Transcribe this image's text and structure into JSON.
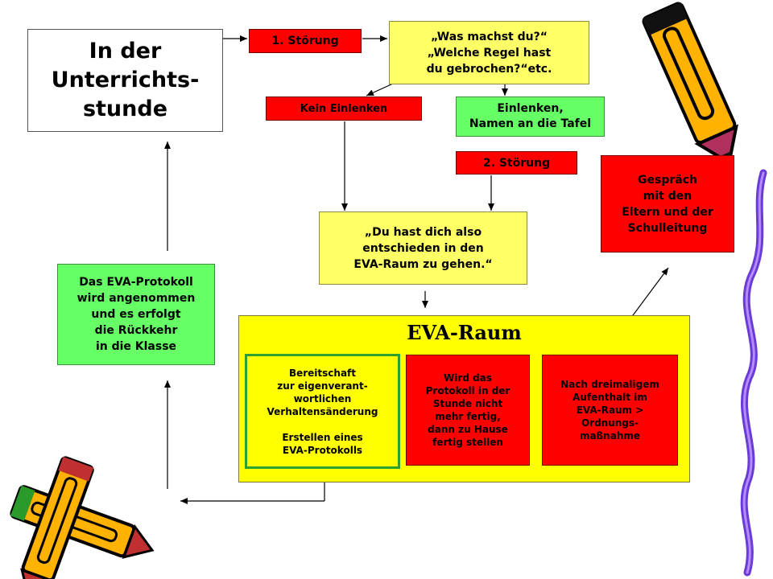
{
  "main_title": "In der\nUnterrichts-\nstunde",
  "stoerung_1": "1. Störung",
  "question": "„Was machst du?“\n„Welche Regel hast\ndu gebrochen?“etc.",
  "kein_einlenken": "Kein Einlenken",
  "einlenken": "Einlenken,\nNamen an die Tafel",
  "stoerung_2": "2. Störung",
  "gespraech": "Gespräch\nmit den\nEltern und der\nSchulleitung",
  "decision": "„Du hast dich also\nentschieden in den\nEVA-Raum zu gehen.“",
  "protokoll_return": "Das EVA-Protokoll\nwird angenommen\nund es erfolgt\ndie Rückkehr\nin die Klasse",
  "eva_room": {
    "title": "EVA-Raum",
    "bereitschaft": "Bereitschaft\nzur eigenverant-\nwortlichen\nVerhaltensänderung\n\nErstellen eines\nEVA-Protokolls",
    "protokoll_home": "Wird das\nProtokoll in der\nStunde nicht\nmehr fertig,\ndann zu Hause\nfertig stellen",
    "dreimal": "Nach dreimaligem\nAufenthalt im\nEVA-Raum >\nOrdnungs-\nmaßnahme"
  },
  "colors": {
    "red": "#ff0000",
    "yellow": "#ffff66",
    "green": "#66ff66",
    "eva_yellow": "#ffff00",
    "pencil_orange": "#ffb300",
    "squiggle_purple": "#6a3bd6"
  },
  "decorative_icons": [
    "pencil-icon",
    "crossed-pencils-icon",
    "purple-squiggle-line"
  ]
}
